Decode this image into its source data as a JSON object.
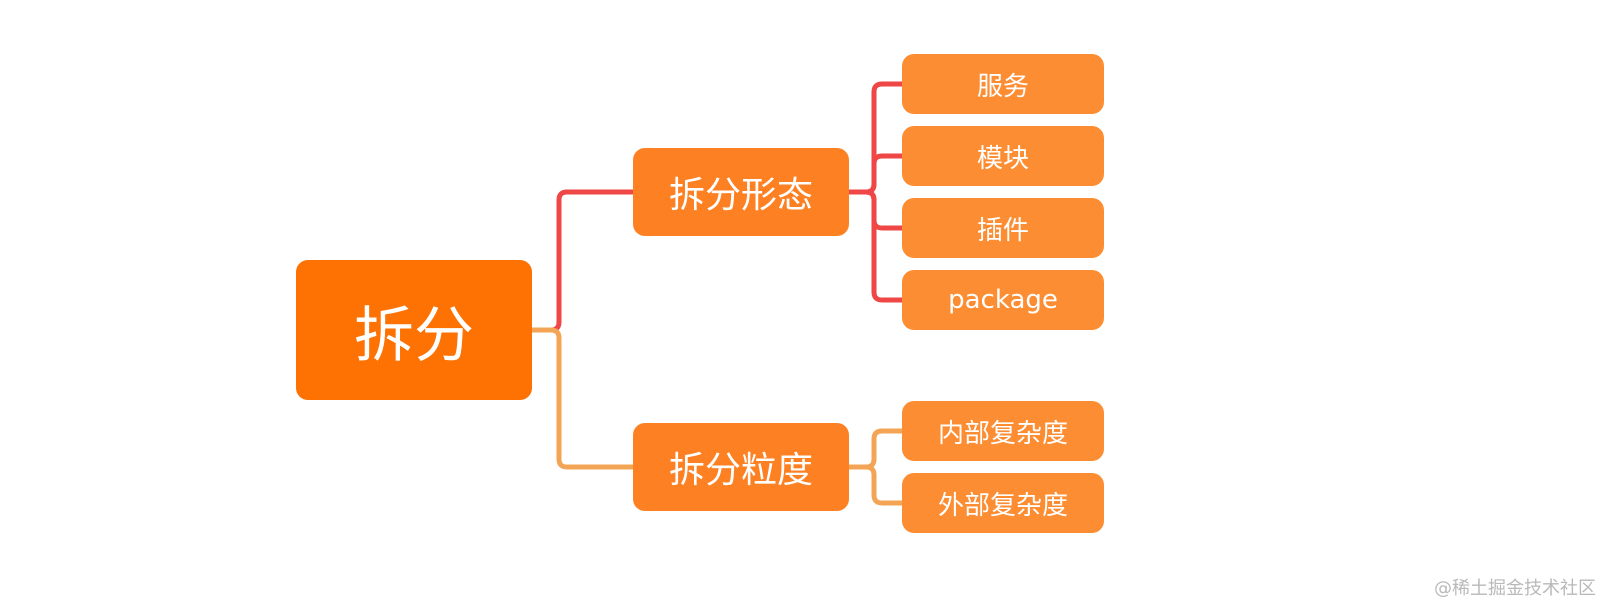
{
  "colors": {
    "root_fill": "#fd7202",
    "level1_fill": "#fd8022",
    "leaf_fill": "#fd8d33",
    "branch_form_line": "#ef4646",
    "branch_granularity_line": "#f3a455",
    "text": "#ffffff"
  },
  "root": {
    "label": "拆分"
  },
  "branches": [
    {
      "label": "拆分形态",
      "children": [
        "服务",
        "模块",
        "插件",
        "package"
      ]
    },
    {
      "label": "拆分粒度",
      "children": [
        "内部复杂度",
        "外部复杂度"
      ]
    }
  ],
  "watermark": "@稀土掘金技术社区"
}
